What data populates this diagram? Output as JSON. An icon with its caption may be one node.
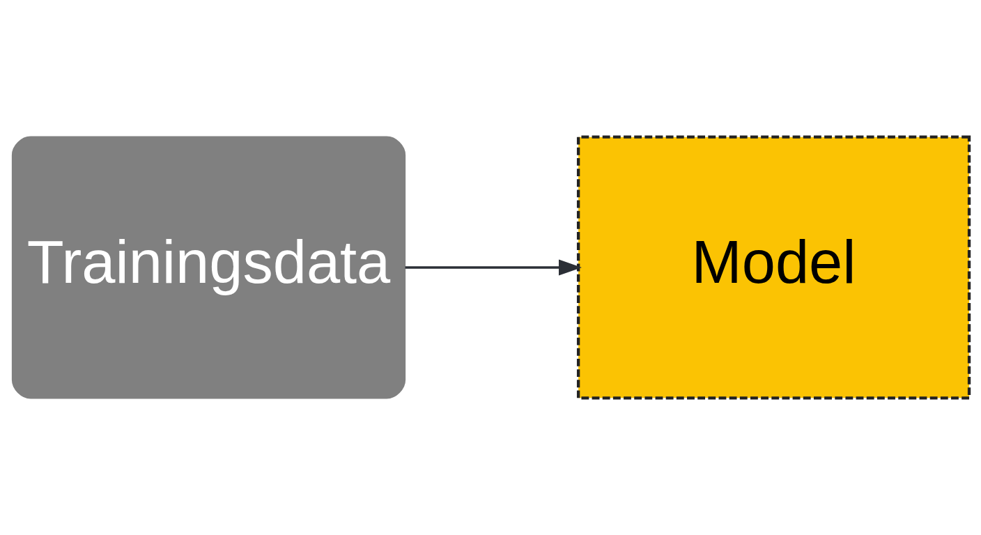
{
  "diagram": {
    "nodes": [
      {
        "text": [
          "Trainingsdata"
        ]
      },
      {
        "text": [
          "Model"
        ]
      }
    ],
    "edges": [
      {
        "from": 0,
        "to": 1,
        "arrow": "to"
      }
    ]
  }
}
